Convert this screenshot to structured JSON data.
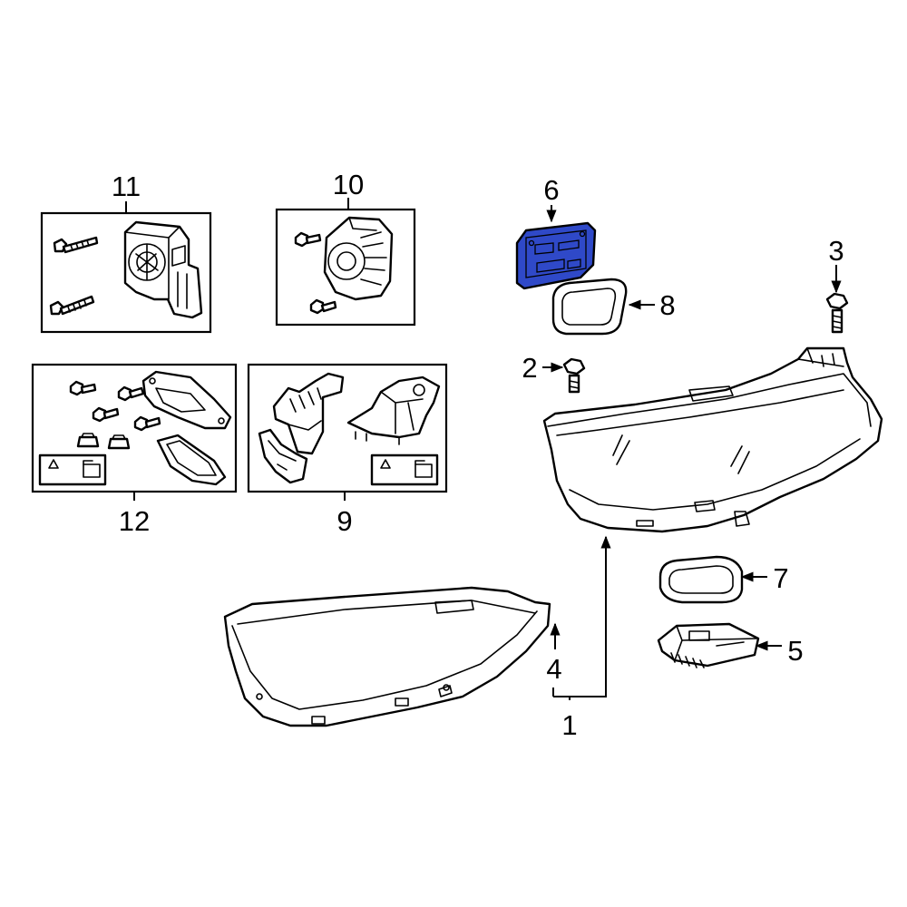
{
  "diagram": {
    "highlight_color": "#2f49c8",
    "callouts": [
      {
        "id": "1",
        "text": "1"
      },
      {
        "id": "2",
        "text": "2"
      },
      {
        "id": "3",
        "text": "3"
      },
      {
        "id": "4",
        "text": "4"
      },
      {
        "id": "5",
        "text": "5"
      },
      {
        "id": "6",
        "text": "6"
      },
      {
        "id": "7",
        "text": "7"
      },
      {
        "id": "8",
        "text": "8"
      },
      {
        "id": "9",
        "text": "9"
      },
      {
        "id": "10",
        "text": "10"
      },
      {
        "id": "11",
        "text": "11"
      },
      {
        "id": "12",
        "text": "12"
      }
    ]
  }
}
